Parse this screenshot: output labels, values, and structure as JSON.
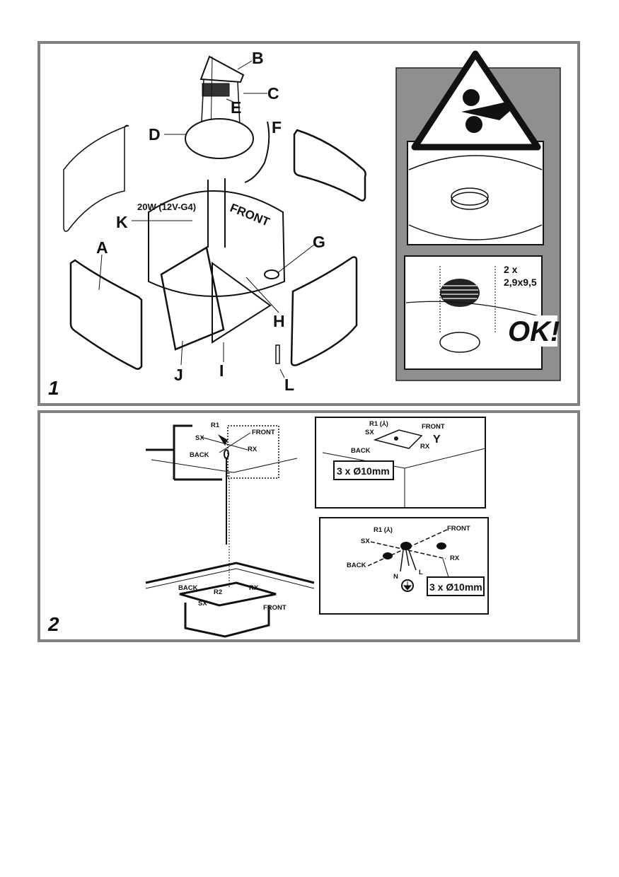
{
  "figure1": {
    "step_number": "1",
    "part_labels": {
      "A": "A",
      "B": "B",
      "C": "C",
      "D": "D",
      "E": "E",
      "F": "F",
      "G": "G",
      "H": "H",
      "I": "I",
      "J": "J",
      "K": "K",
      "L": "L"
    },
    "lamp_spec": "20W (12V-G4)",
    "front_marking": "FRONT",
    "inset": {
      "warning_icon": "crush-hazard-gears-hand-icon",
      "screw_qty": "2 x",
      "screw_size": "2,9x9,5",
      "ok_label": "OK!"
    }
  },
  "figure2": {
    "step_number": "2",
    "main": {
      "r1": "R1",
      "sx": "SX",
      "front": "FRONT",
      "rx": "RX",
      "back": "BACK",
      "r2": "R2",
      "sx2": "SX",
      "front2": "FRONT",
      "back2": "BACK",
      "rx2": "RX"
    },
    "inset_top": {
      "r1": "R1 (⅄)",
      "sx": "SX",
      "front": "FRONT",
      "rx": "RX",
      "back": "BACK",
      "y": "Y",
      "hole_spec": "3 x Ø10mm"
    },
    "inset_bottom": {
      "r1": "R1 (⅄)",
      "sx": "SX",
      "front": "FRONT",
      "rx": "RX",
      "back": "BACK",
      "n": "N",
      "l": "L",
      "ground_icon": "earth-ground-icon",
      "hole_spec": "3 x Ø10mm"
    }
  }
}
